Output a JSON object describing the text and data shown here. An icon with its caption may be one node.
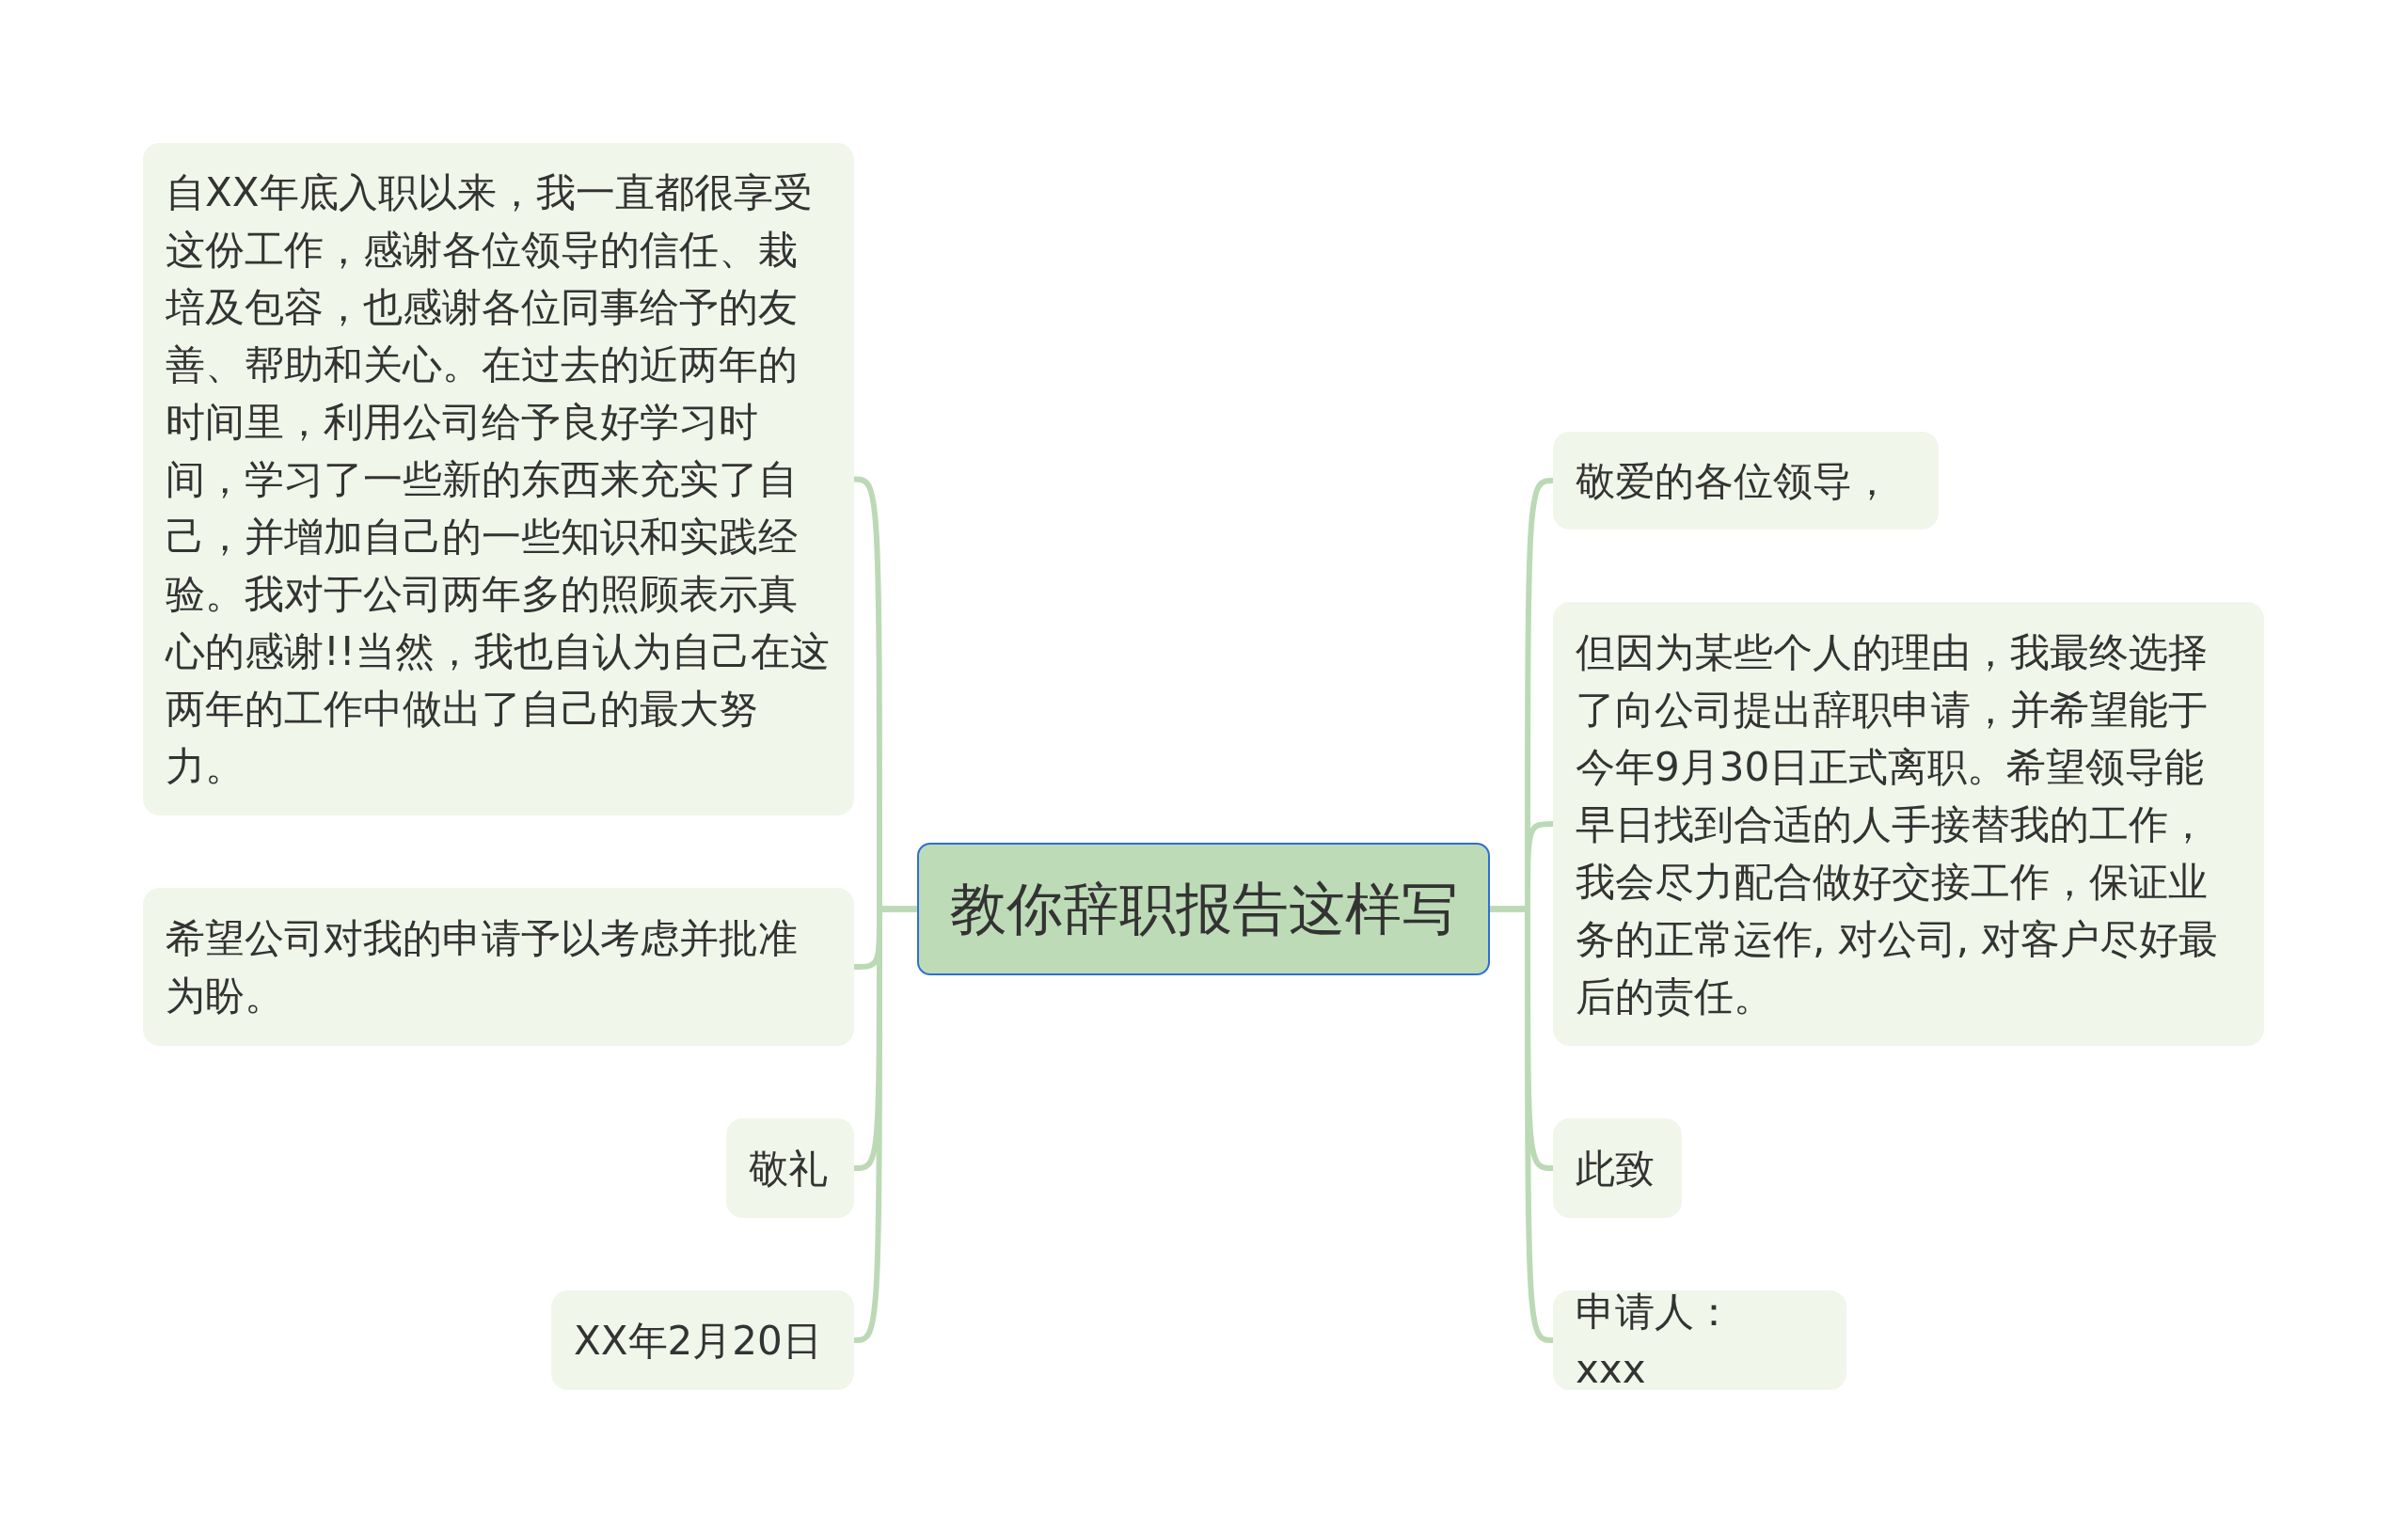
{
  "diagram": {
    "nodes": [
      {
        "text": [
          "教你辞职报告这样写"
        ]
      },
      {
        "text": [
          "敬爱的各位领导，"
        ]
      },
      {
        "text": [
          "自XX年底入职以来，我一直都很享受这份工作，感谢各位领导的信任、栽培及包容，也感谢各位同事给予的友善、帮助和关心。在过去的近两年的时间里，利用公司给予良好学习时间，学习了一些新的东西来充实了自己，并增加自己的一些知识和实践经验。我对于公司两年多的照顾表示真心的感谢!!当然，我也自认为自己在这两年的工作中做出了自己的最大努力。"
        ]
      },
      {
        "text": [
          "但因为某些个人的理由，我最终选择了向公司提出辞职申请，并希望能于今年9月30日正式离职。希望领导能早日找到合适的人手接替我的工作，我会尽力配合做好交接工作，保证业务的正常运作, 对公司, 对客户尽好最后的责任。"
        ]
      },
      {
        "text": [
          "希望公司对我的申请予以考虑并批准为盼。"
        ]
      },
      {
        "text": [
          "此致"
        ]
      },
      {
        "text": [
          "敬礼"
        ]
      },
      {
        "text": [
          "申请人：  xxx"
        ]
      },
      {
        "text": [
          "XX年2月20日"
        ]
      }
    ],
    "edges": [
      {
        "from": 0,
        "to": 1,
        "arrow": "none"
      },
      {
        "from": 0,
        "to": 2,
        "arrow": "none"
      },
      {
        "from": 0,
        "to": 3,
        "arrow": "none"
      },
      {
        "from": 0,
        "to": 4,
        "arrow": "none"
      },
      {
        "from": 0,
        "to": 5,
        "arrow": "none"
      },
      {
        "from": 0,
        "to": 6,
        "arrow": "none"
      },
      {
        "from": 0,
        "to": 7,
        "arrow": "none"
      },
      {
        "from": 0,
        "to": 8,
        "arrow": "none"
      }
    ]
  }
}
